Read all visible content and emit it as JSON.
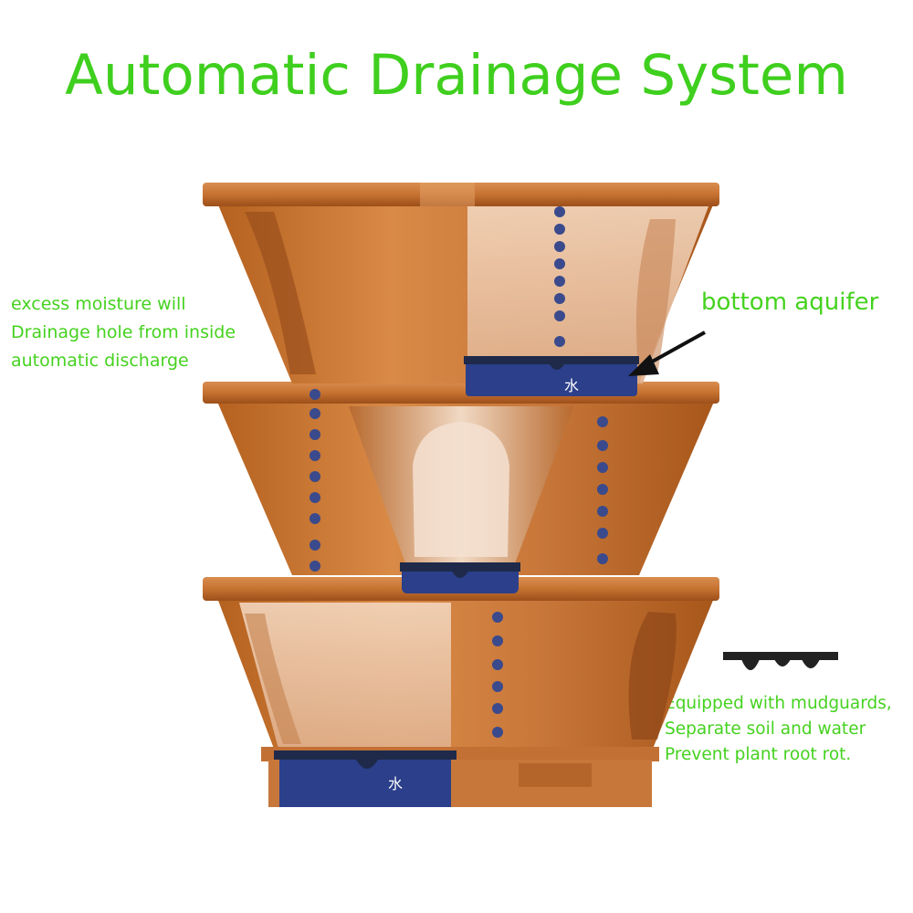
{
  "title": "Automatic Drainage System",
  "left_note": {
    "lines": [
      "excess moisture will",
      "Drainage hole from inside",
      "automatic discharge"
    ]
  },
  "aquifer_label": "bottom aquifer",
  "right_note": {
    "lines": [
      "Equipped with mudguards,",
      "Separate soil and water",
      "Prevent plant root rot."
    ]
  },
  "water_char": "水",
  "colors": {
    "title_green": "#3fcf1e",
    "pot_orange": "#c8773a",
    "pot_dark": "#9a4f1c",
    "pot_light": "#e9a66b",
    "water_blue": "#2b3f8a",
    "drop_blue": "#3a4a8c"
  }
}
